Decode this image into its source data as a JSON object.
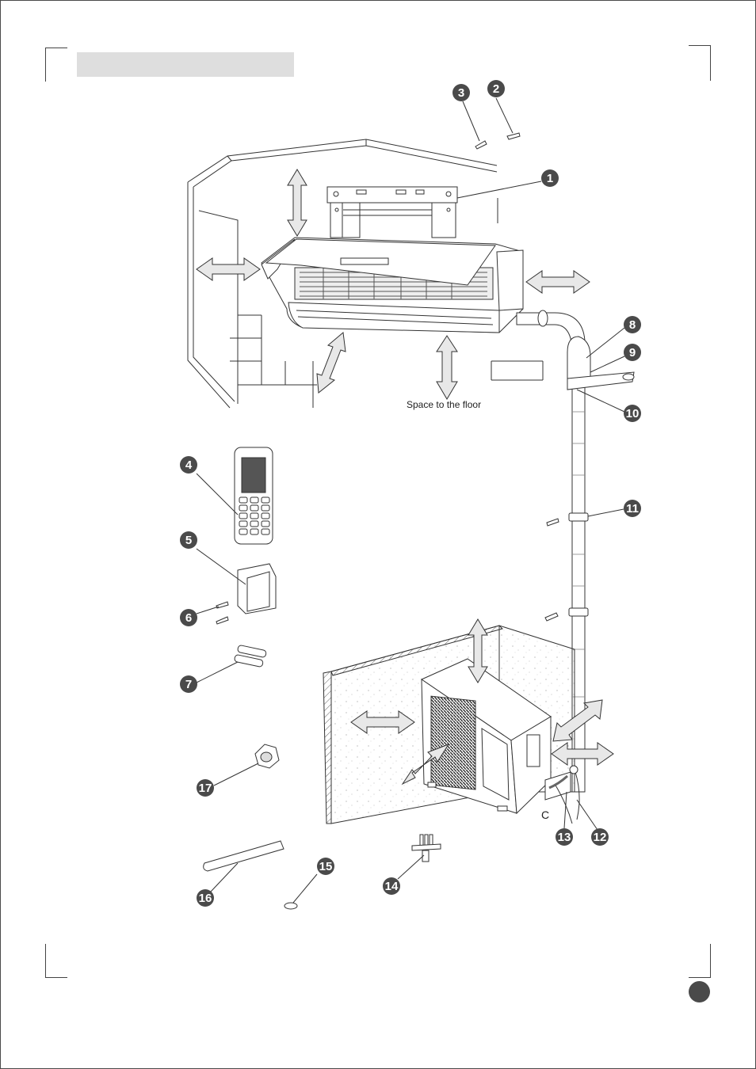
{
  "labels": {
    "floor_clearance": "Space to the floor",
    "corner_letter": "C"
  },
  "callouts": [
    {
      "id": "1",
      "text": "1"
    },
    {
      "id": "2",
      "text": "2"
    },
    {
      "id": "3",
      "text": "3"
    },
    {
      "id": "4",
      "text": "4"
    },
    {
      "id": "5",
      "text": "5"
    },
    {
      "id": "6",
      "text": "6"
    },
    {
      "id": "7",
      "text": "7"
    },
    {
      "id": "8",
      "text": "8"
    },
    {
      "id": "9",
      "text": "9"
    },
    {
      "id": "10",
      "text": "10"
    },
    {
      "id": "11",
      "text": "11"
    },
    {
      "id": "12",
      "text": "12"
    },
    {
      "id": "13",
      "text": "13"
    },
    {
      "id": "14",
      "text": "14"
    },
    {
      "id": "15",
      "text": "15"
    },
    {
      "id": "16",
      "text": "16"
    },
    {
      "id": "17",
      "text": "17"
    }
  ],
  "colors": {
    "callout_fill": "#4a4a4a",
    "line": "#333333",
    "arrow_fill": "#e8e8e8",
    "header_bar": "#dedede"
  }
}
